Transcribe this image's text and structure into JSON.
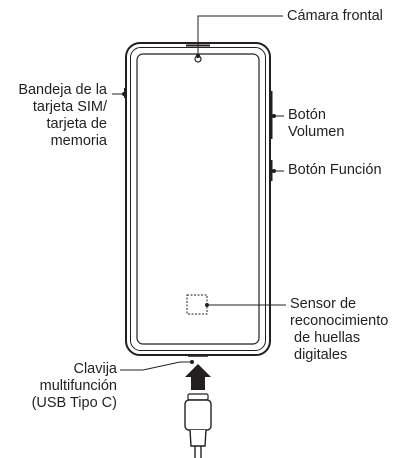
{
  "labels": {
    "front_camera": "Cámara frontal",
    "sim_tray": [
      "Bandeja de la",
      "tarjeta SIM/",
      "tarjeta de",
      "memoria"
    ],
    "volume_button": [
      "Botón",
      "Volumen"
    ],
    "function_button": "Botón Función",
    "fingerprint_sensor": [
      "Sensor de",
      "reconocimiento",
      "de huellas",
      "digitales"
    ],
    "multipurpose_jack": [
      "Clavija",
      "multifunción",
      "(USB Tipo C)"
    ]
  }
}
